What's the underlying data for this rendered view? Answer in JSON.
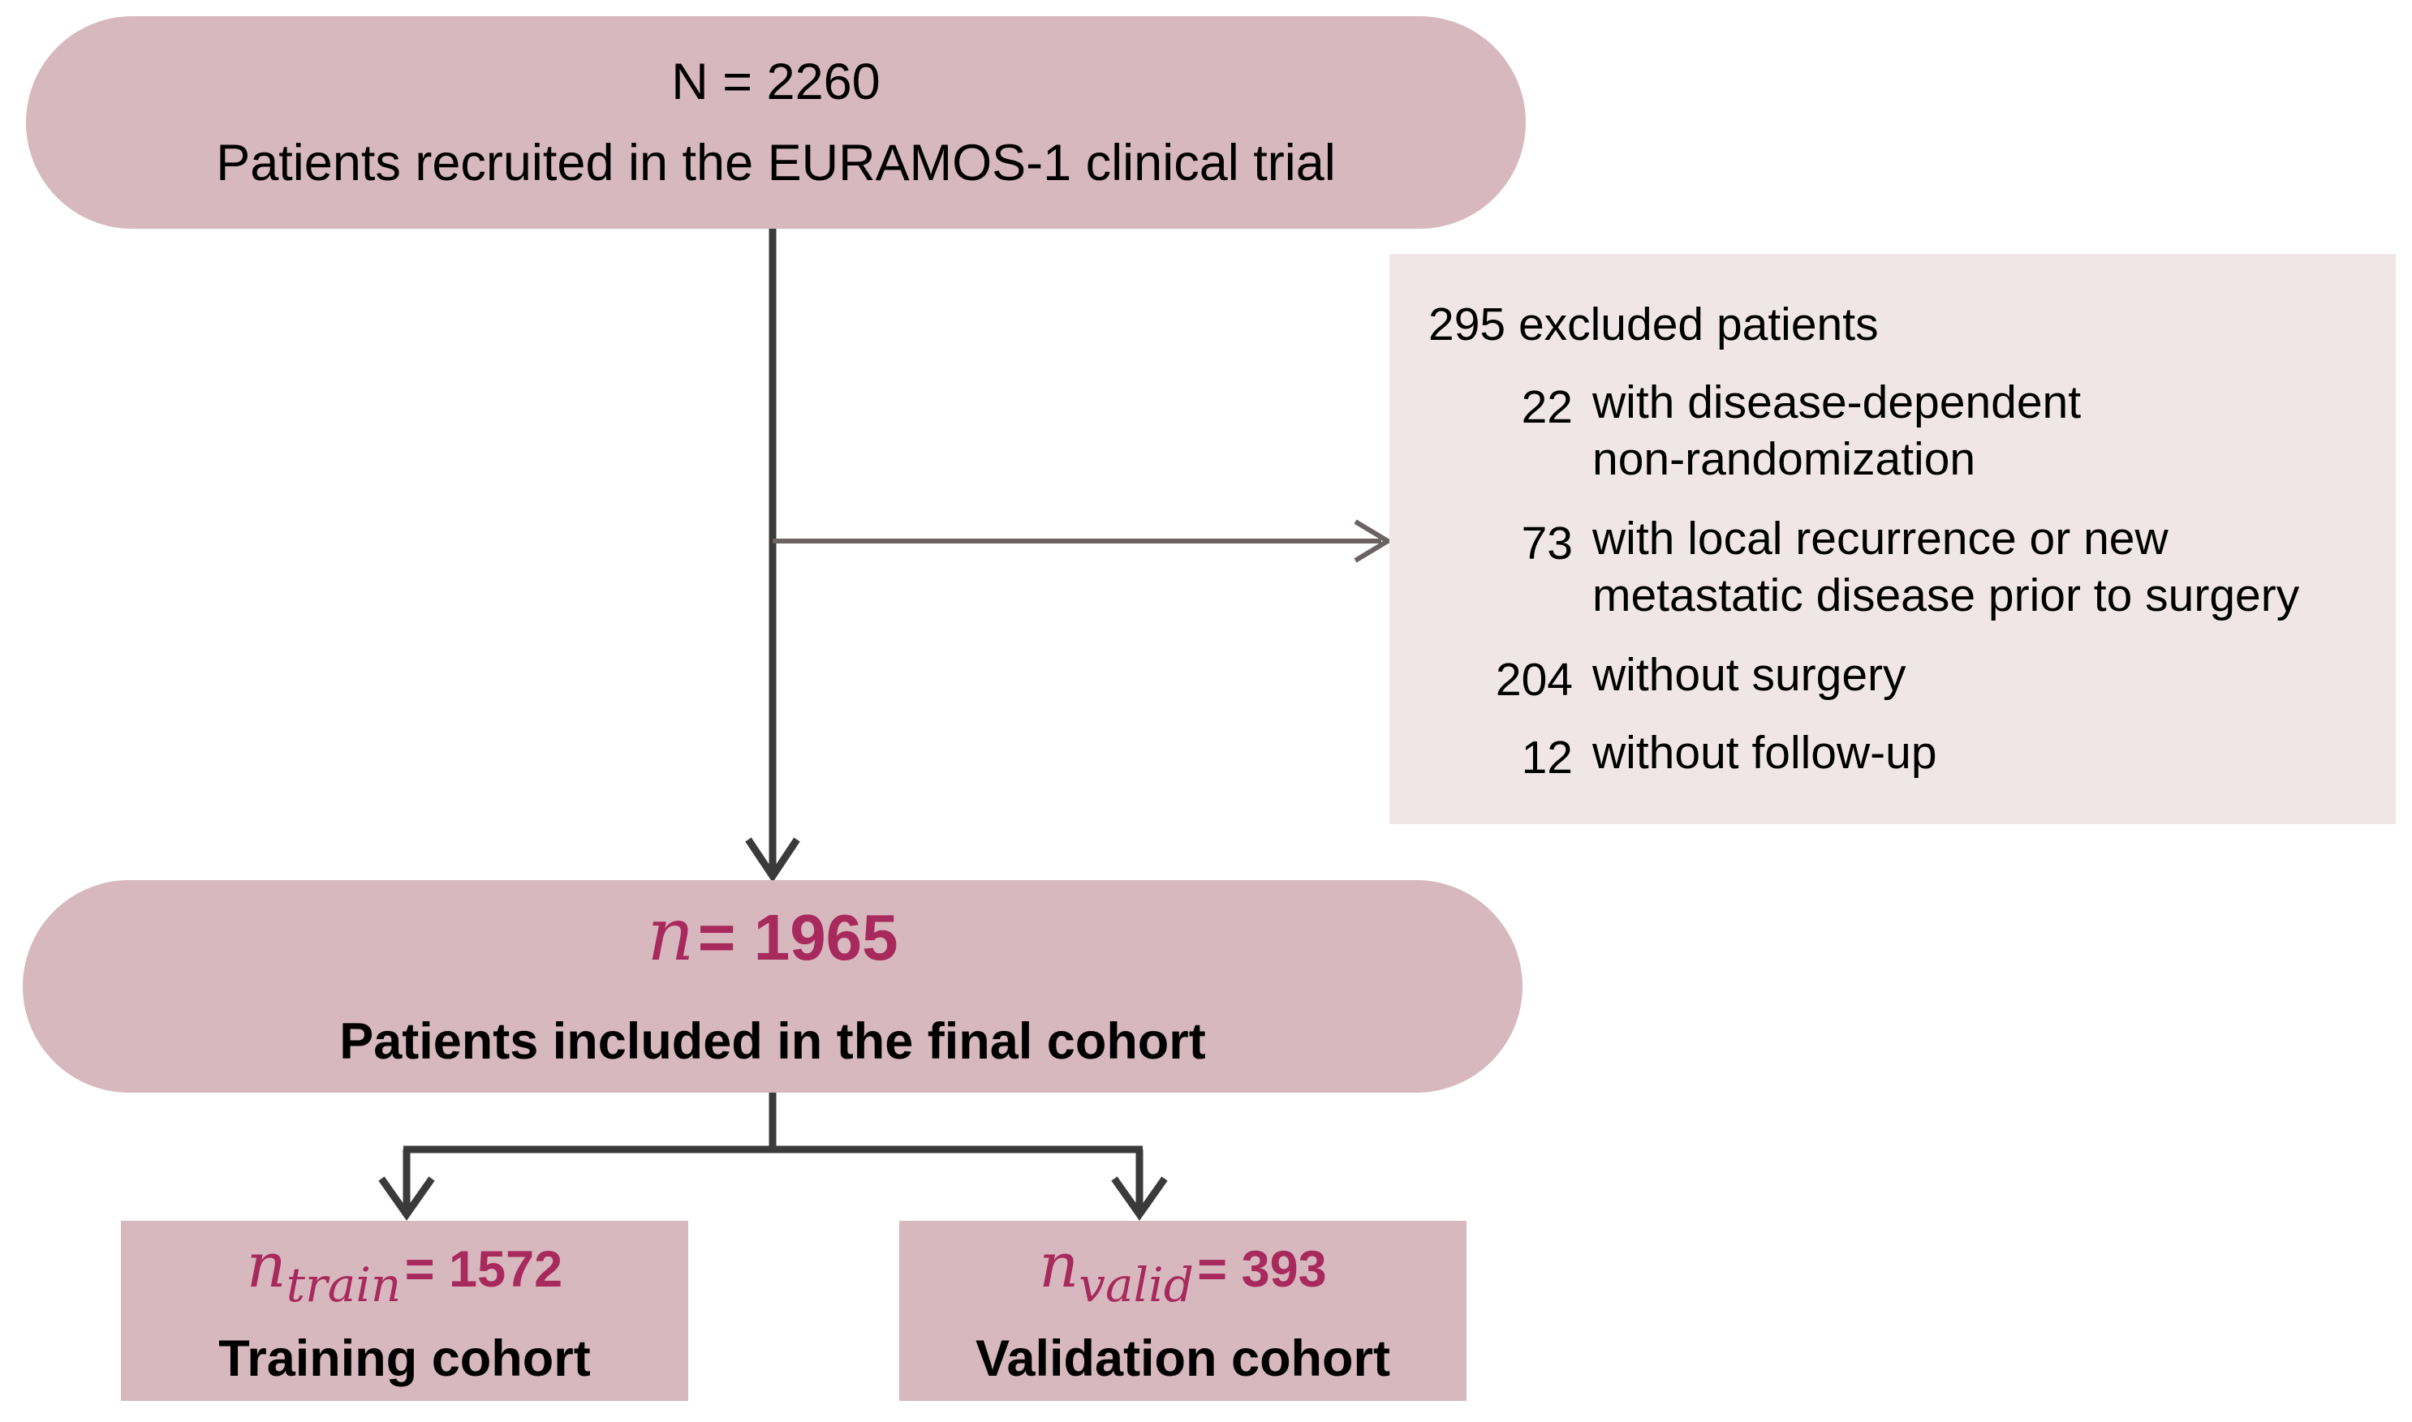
{
  "top": {
    "count": "N = 2260",
    "label": "Patients recruited in the EURAMOS-1 clinical trial"
  },
  "excluded": {
    "header": "295 excluded patients",
    "items": [
      {
        "count": "22",
        "lines": [
          "with disease-dependent",
          "non-randomization"
        ]
      },
      {
        "count": "73",
        "lines": [
          "with local recurrence or new",
          "metastatic disease prior to surgery"
        ]
      },
      {
        "count": "204",
        "lines": [
          "without surgery"
        ]
      },
      {
        "count": "12",
        "lines": [
          "without follow-up"
        ]
      }
    ]
  },
  "final": {
    "var": "n",
    "count": "= 1965",
    "label": "Patients included in the final cohort"
  },
  "train": {
    "var": "n",
    "sub": "train",
    "count": "= 1572",
    "label": "Training cohort"
  },
  "valid": {
    "var": "n",
    "sub": "valid",
    "count": "= 393",
    "label": "Validation cohort"
  },
  "colors": {
    "box": "#d6b8be",
    "exclusion_box": "#f1e6e7",
    "highlight_text": "#a8295c",
    "main_arrow": "#3a3a3a",
    "side_arrow": "#6b6363"
  }
}
